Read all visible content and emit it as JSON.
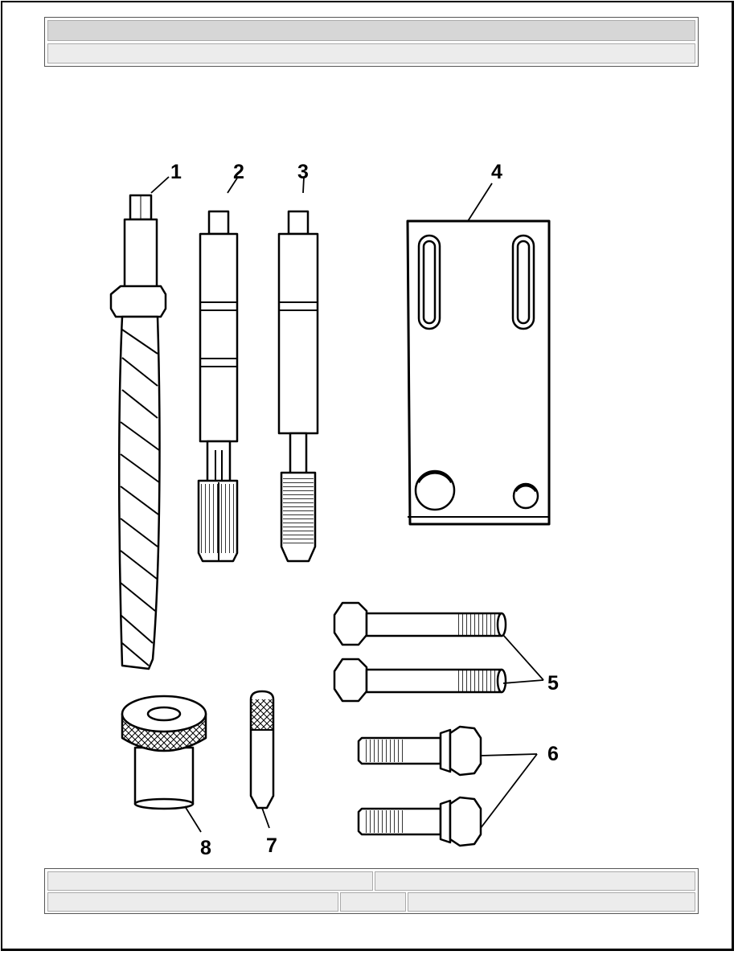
{
  "header": {
    "title": "",
    "subtitle": ""
  },
  "footer": {
    "left_top": "",
    "right_top": "",
    "left_bottom": "",
    "middle_bottom": "",
    "right_bottom": ""
  },
  "figure": {
    "callouts": [
      "1",
      "2",
      "3",
      "4",
      "5",
      "6",
      "7",
      "8"
    ]
  }
}
